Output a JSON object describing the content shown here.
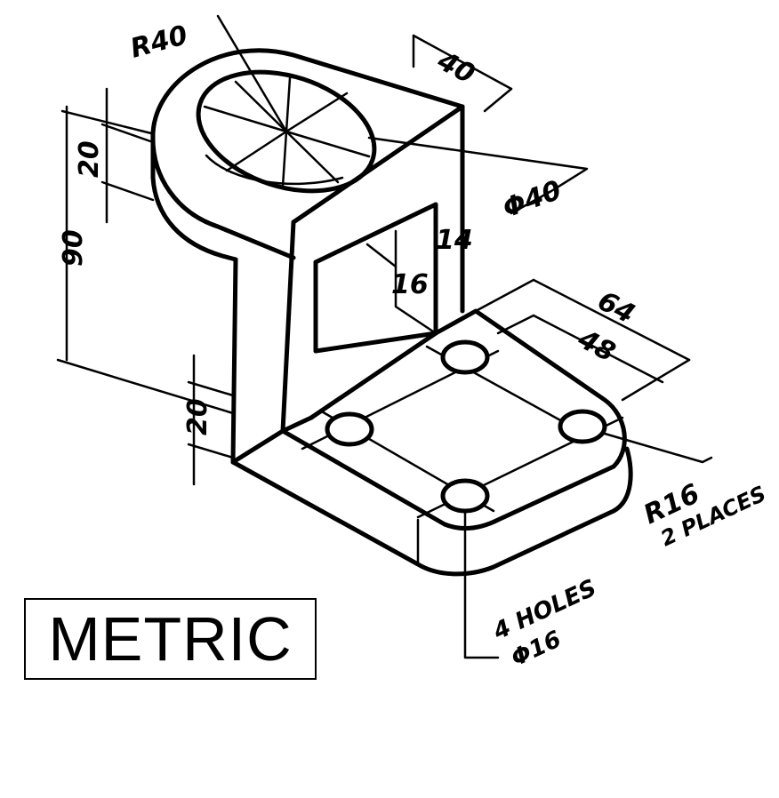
{
  "dimensions": {
    "radius_top": "R40",
    "top_width": "40",
    "top_height": "20",
    "overall_height": "90",
    "bore_diameter": "Φ40",
    "window_top": "14",
    "window_side": "16",
    "base_length": "64",
    "hole_spacing": "48",
    "base_thickness": "20",
    "corner_radius": "R16",
    "corner_count": "2 PLACES",
    "holes_count": "4 HOLES",
    "holes_diameter": "Φ16"
  },
  "units_label": "METRIC"
}
